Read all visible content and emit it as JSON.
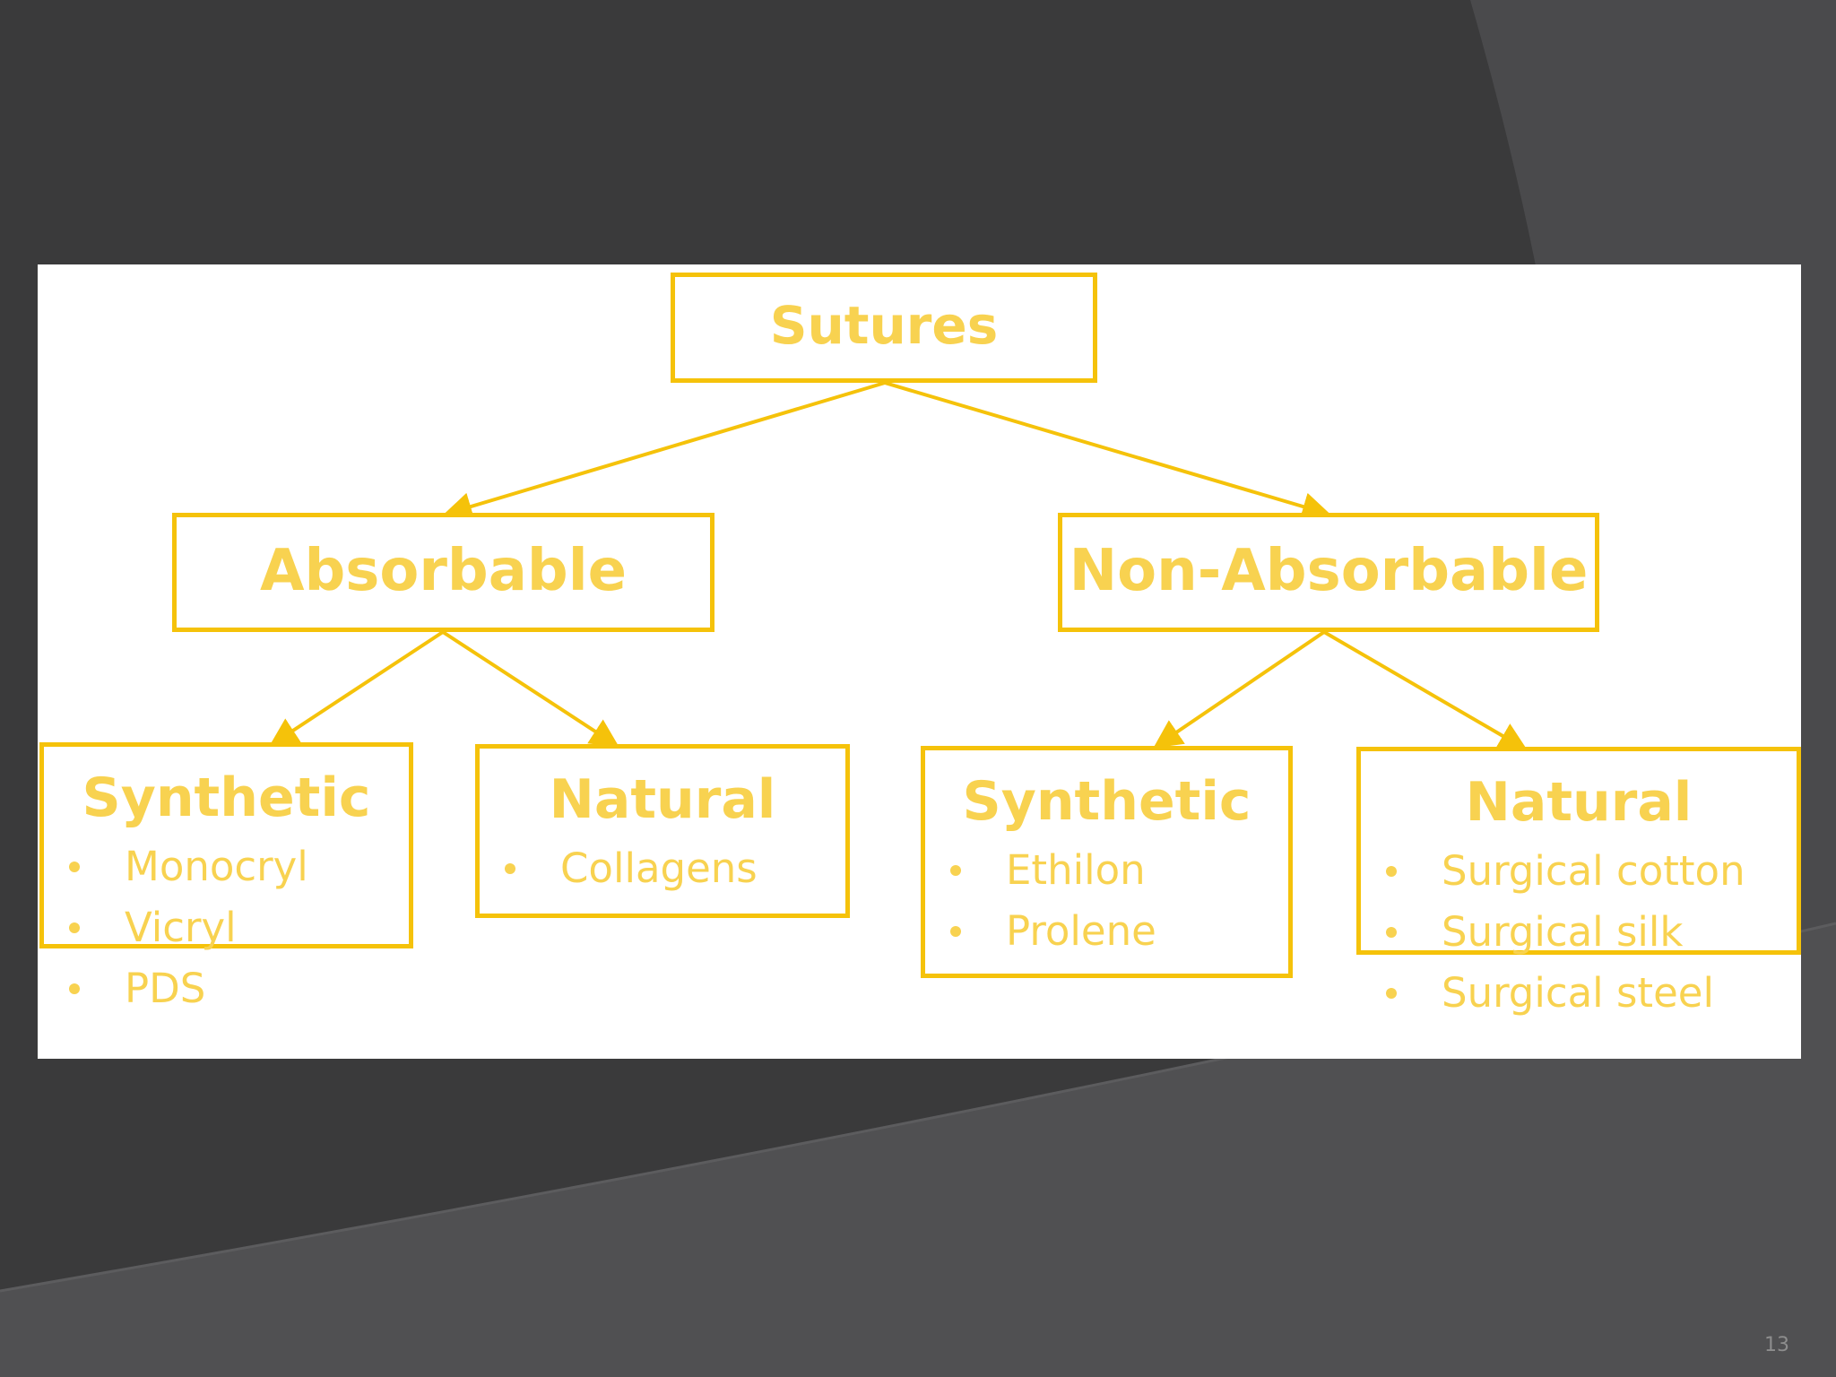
{
  "diagram": {
    "root": {
      "label": "Sutures"
    },
    "branches": [
      {
        "label": "Absorbable",
        "children": [
          {
            "label": "Synthetic",
            "items": [
              "Monocryl",
              "Vicryl",
              "PDS"
            ]
          },
          {
            "label": "Natural",
            "items": [
              "Collagens"
            ]
          }
        ]
      },
      {
        "label": "Non-Absorbable",
        "children": [
          {
            "label": "Synthetic",
            "items": [
              "Ethilon",
              "Prolene"
            ]
          },
          {
            "label": "Natural",
            "items": [
              "Surgical cotton",
              "Surgical silk",
              "Surgical steel"
            ]
          }
        ]
      }
    ]
  },
  "slide": {
    "page_number": "13"
  },
  "colors": {
    "border": "#f5c20a",
    "text": "#f8d250",
    "background": "#3a3a3b",
    "panel": "#ffffff"
  }
}
